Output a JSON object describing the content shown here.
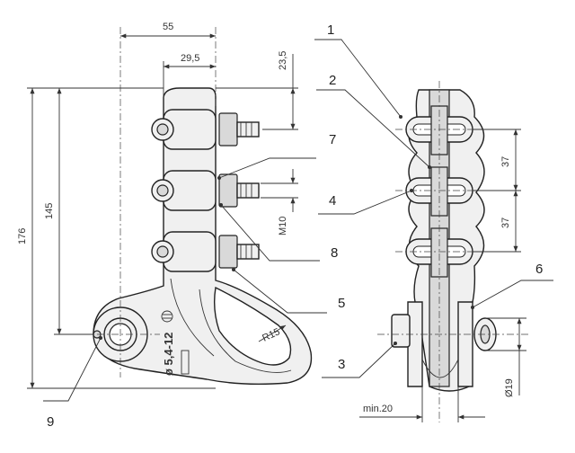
{
  "left_view": {
    "dim_width": "55",
    "dim_offset": "29,5",
    "dim_top": "23,5",
    "dim_thread": "M10",
    "dim_height": "176",
    "dim_center": "145",
    "dim_radius": "R15",
    "range_stamp": "ø 5,4-12"
  },
  "right_view": {
    "dim_pitch_a": "37",
    "dim_pitch_b": "37",
    "dim_diameter": "Ø19",
    "dim_min": "min.20"
  },
  "callouts": {
    "1": "1",
    "2": "2",
    "3": "3",
    "4": "4",
    "5": "5",
    "6": "6",
    "7": "7",
    "8": "8",
    "9": "9"
  }
}
